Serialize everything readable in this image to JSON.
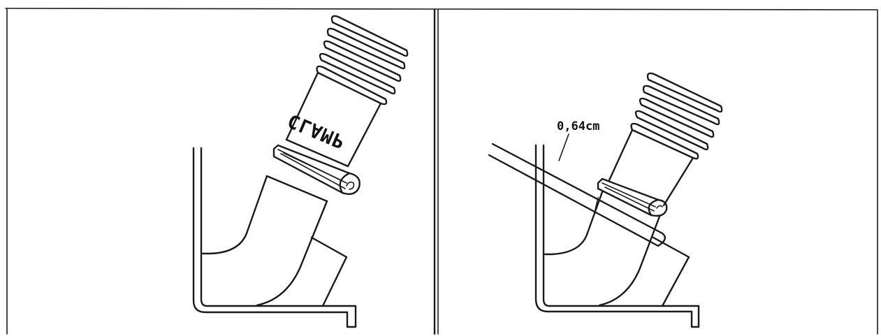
{
  "panels": [
    {
      "id": "left",
      "label": "CLAMP"
    },
    {
      "id": "right",
      "dimension": "0,64cm"
    }
  ]
}
